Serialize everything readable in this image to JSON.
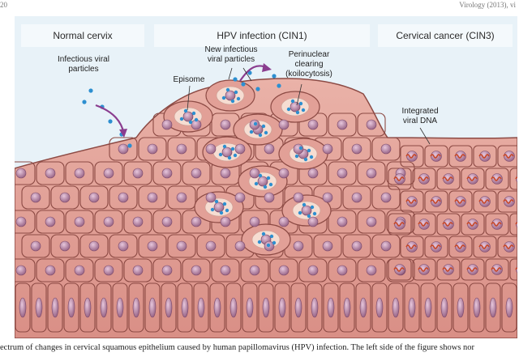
{
  "page_header": {
    "left_text": "20",
    "right_text": "Virology (2013), vi"
  },
  "panels": [
    {
      "title": "Normal cervix"
    },
    {
      "title": "HPV infection (CIN1)"
    },
    {
      "title": "Cervical cancer (CIN3)"
    }
  ],
  "labels": {
    "infectious_viral_particles": "Infectious viral\nparticles",
    "new_infectious_viral_particles": "New infectious\nviral particles",
    "episome": "Episome",
    "perinuclear_clearing": "Perinuclear\nclearing\n(koilocytosis)",
    "integrated_viral_dna": "Integrated\nviral DNA"
  },
  "caption": "ectrum of changes in cervical squamous epithelium caused by human papillomavirus (HPV) infection. The left side of the figure shows nor",
  "colors": {
    "background": "#e8f2f8",
    "cell_fill": "#e2a097",
    "cell_outline": "#8c4a44",
    "nucleus": "#b77f9f",
    "viral_particle": "#2d8fd0",
    "arrow": "#8a3d8f",
    "viral_dna": "#c8431f",
    "halo": "#f6ddd2"
  }
}
